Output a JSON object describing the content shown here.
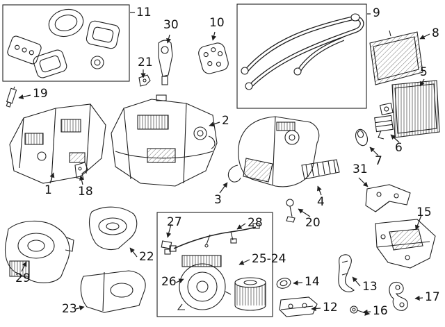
{
  "diagram": {
    "background": "#ffffff",
    "line_color": "#1f1f1f"
  },
  "callouts": {
    "n1": "1",
    "n2": "2",
    "n3": "3",
    "n4": "4",
    "n5": "5",
    "n6": "6",
    "n7": "7",
    "n8": "8",
    "n9": "9",
    "n10": "10",
    "n11": "11",
    "n12": "12",
    "n13": "13",
    "n14": "14",
    "n15": "15",
    "n16": "16",
    "n17": "17",
    "n18": "18",
    "n19": "19",
    "n20": "20",
    "n21": "21",
    "n22": "22",
    "n23": "23",
    "n25_24": "25-24",
    "n26": "26",
    "n27": "27",
    "n28": "28",
    "n29": "29",
    "n30": "30",
    "n31": "31"
  }
}
